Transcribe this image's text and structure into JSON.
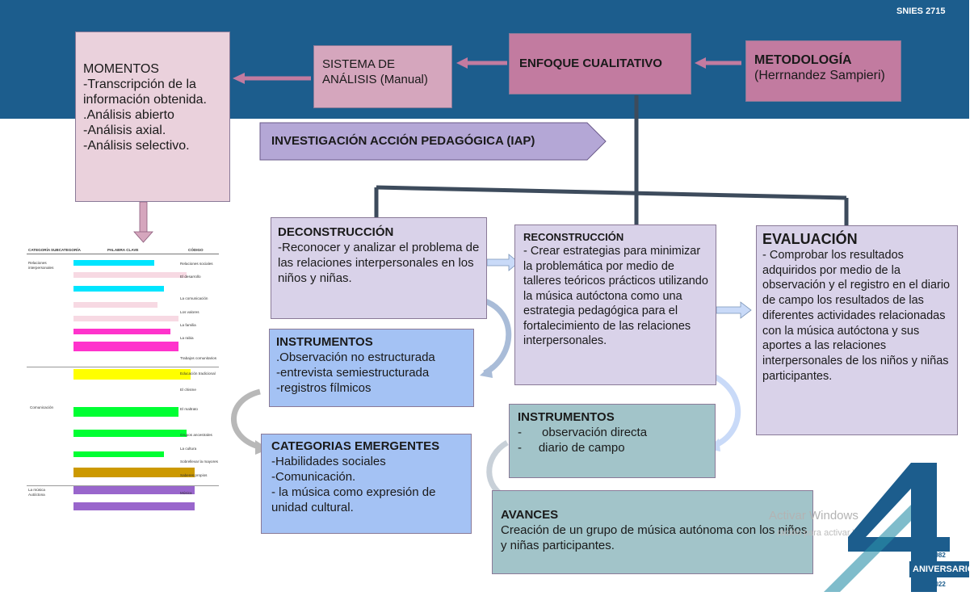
{
  "header": {
    "badge": "SNIES 2715"
  },
  "top": {
    "metodologia_title": "METODOLOGÍA",
    "metodologia_sub": "(Herrnandez Sampieri)",
    "enfoque": "ENFOQUE CUALITATIVO",
    "sistema": "SISTEMA DE ANÁLISIS (Manual)"
  },
  "momentos": {
    "title": "MOMENTOS",
    "items": [
      "-Transcripción de la información obtenida.",
      ".Análisis abierto",
      "-Análisis axial.",
      "-Análisis selectivo."
    ]
  },
  "iap": "INVESTIGACIÓN ACCIÓN PEDAGÓGICA (IAP)",
  "deconstruccion": {
    "title": "DECONSTRUCCIÓN",
    "text": "-Reconocer y analizar el problema de las relaciones interpersonales en los niños y niñas."
  },
  "reconstruccion": {
    "title": "RECONSTRUCCIÓN",
    "text": "- Crear estrategias para minimizar la problemática por medio de talleres teóricos prácticos utilizando la música autóctona como una estrategia pedagógica para el fortalecimiento de las relaciones interpersonales."
  },
  "evaluacion": {
    "title": "EVALUACIÓN",
    "text": "- Comprobar los resultados adquiridos por medio de la observación  y el registro en el diario de campo los resultados de las diferentes actividades relacionadas con la música autóctona  y sus aportes a las relaciones interpersonales de los niños y niñas participantes."
  },
  "instrumentos1": {
    "title": "INSTRUMENTOS",
    "items": [
      ".Observación no estructurada",
      "-entrevista semiestructurada",
      "-registros fílmicos"
    ]
  },
  "instrumentos2": {
    "title": "INSTRUMENTOS",
    "items": [
      "-      observación directa",
      "-     diario de campo"
    ]
  },
  "categorias": {
    "title": "CATEGORIAS EMERGENTES",
    "items": [
      "-Habilidades sociales",
      "-Comunicación.",
      "- la música como expresión de unidad cultural."
    ]
  },
  "avances": {
    "title": "AVANCES",
    "text": "Creación de un  grupo de música autónoma con los niños y niñas participantes."
  },
  "table": {
    "headers": [
      "CATEGORÍA",
      "SUBCATEGORÍA",
      "PALABRA CLAVE",
      "CÓDIGO"
    ],
    "categories": [
      "Relaciones interpersonales",
      "Comunicación",
      "La música Autóctona"
    ],
    "codes": [
      "Relaciones sociales",
      "El desarrollo",
      "La comunicación",
      "Los valores",
      "La familia",
      "La rabia",
      "Trabajos comunitarios",
      "Educación tradicional",
      "El chisme",
      "El maltrato",
      "Grupos ancestrales",
      "La cultura",
      "Sobrellevar la mayores",
      "Saberes propios",
      "Música"
    ]
  },
  "logo": {
    "years": "1982",
    "label": "ANIVERSARIO",
    "year_end": "2022"
  },
  "watermark": {
    "line1": "Activar Windows",
    "line2": "ración para activar Windows."
  },
  "colors": {
    "banner": "#1c5d8d",
    "pink": "#c27ba0",
    "light_pink": "#d5a6bd",
    "lavender": "#d9d2e9",
    "blue": "#a4c2f4",
    "teal": "#a2c4c9",
    "connector": "#3d4b5c"
  }
}
